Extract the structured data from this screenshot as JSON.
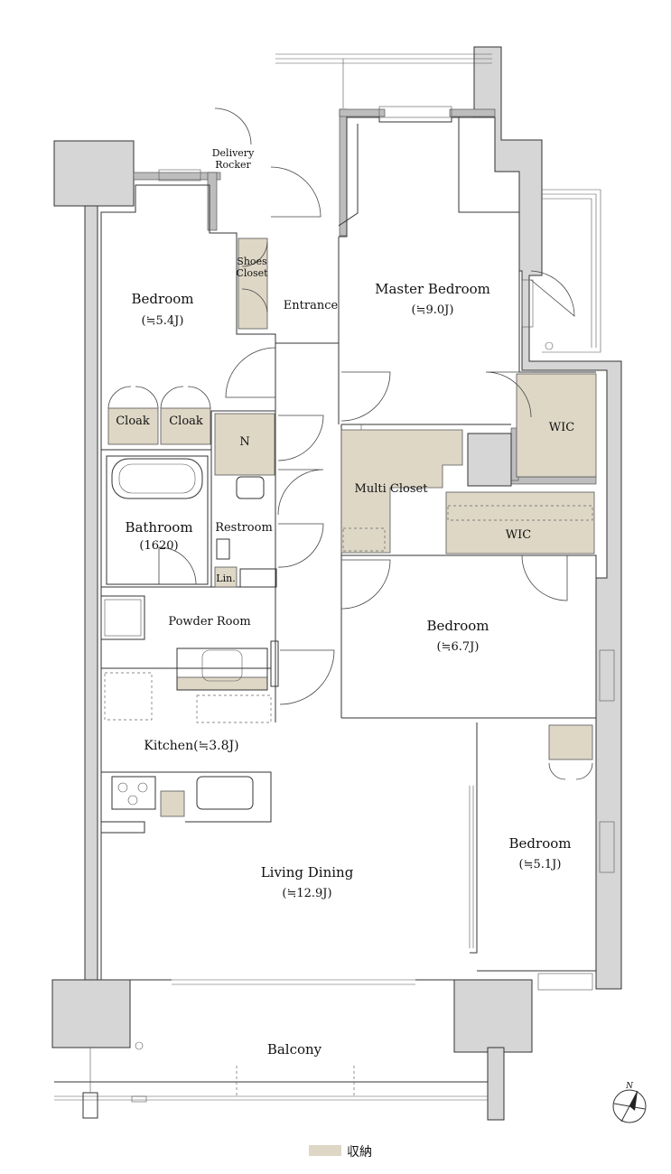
{
  "rooms": {
    "delivery": "Delivery\nRocker",
    "shoes": "Shoes\nCloset",
    "entrance": "Entrance",
    "bedroom1": "Bedroom",
    "bedroom1_size": "(≒5.4J)",
    "master": "Master Bedroom",
    "master_size": "(≒9.0J)",
    "cloak1": "Cloak",
    "cloak2": "Cloak",
    "n": "N",
    "wic1": "WIC",
    "multi": "Multi Closet",
    "bathroom": "Bathroom",
    "bathroom_size": "(1620)",
    "restroom": "Restroom",
    "wic2": "WIC",
    "lin": "Lin.",
    "powder": "Powder Room",
    "bedroom2": "Bedroom",
    "bedroom2_size": "(≒6.7J)",
    "kitchen": "Kitchen(≒3.8J)",
    "bedroom3": "Bedroom",
    "bedroom3_size": "(≒5.1J)",
    "living": "Living Dining",
    "living_size": "(≒12.9J)",
    "balcony": "Balcony"
  },
  "legend": {
    "storage_label": "収納",
    "storage_color": "#ded7c6"
  },
  "compass": {
    "north": "N"
  },
  "colors": {
    "wall": "#d6d6d6",
    "storage": "#ded7c6",
    "line": "#333333"
  }
}
